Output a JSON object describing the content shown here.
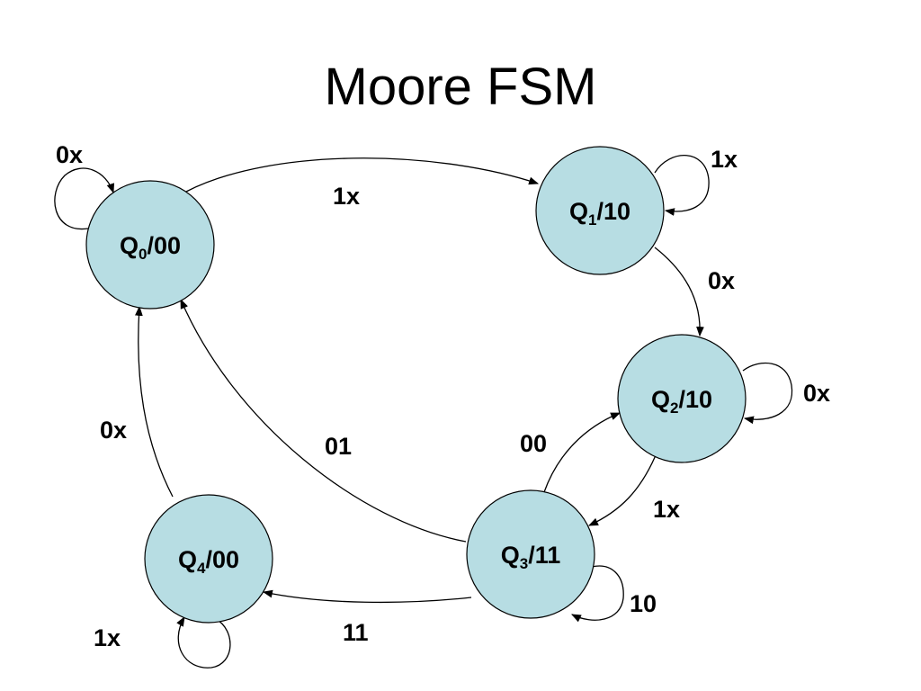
{
  "title": "Moore FSM",
  "states": [
    {
      "name": "Q",
      "sub": "0",
      "output": "00"
    },
    {
      "name": "Q",
      "sub": "1",
      "output": "10"
    },
    {
      "name": "Q",
      "sub": "2",
      "output": "10"
    },
    {
      "name": "Q",
      "sub": "3",
      "output": "11"
    },
    {
      "name": "Q",
      "sub": "4",
      "output": "00"
    }
  ],
  "transitions": [
    {
      "from": "Q0",
      "to": "Q0",
      "label": "0x"
    },
    {
      "from": "Q0",
      "to": "Q1",
      "label": "1x"
    },
    {
      "from": "Q1",
      "to": "Q1",
      "label": "1x"
    },
    {
      "from": "Q1",
      "to": "Q2",
      "label": "0x"
    },
    {
      "from": "Q2",
      "to": "Q2",
      "label": "0x"
    },
    {
      "from": "Q2",
      "to": "Q3",
      "label": "1x"
    },
    {
      "from": "Q3",
      "to": "Q2",
      "label": "00"
    },
    {
      "from": "Q3",
      "to": "Q0",
      "label": "01"
    },
    {
      "from": "Q3",
      "to": "Q3",
      "label": "10"
    },
    {
      "from": "Q3",
      "to": "Q4",
      "label": "11"
    },
    {
      "from": "Q4",
      "to": "Q0",
      "label": "0x"
    },
    {
      "from": "Q4",
      "to": "Q4",
      "label": "1x"
    }
  ],
  "colors": {
    "state_fill": "#b7dde3",
    "stroke": "#000000",
    "background": "#ffffff"
  }
}
